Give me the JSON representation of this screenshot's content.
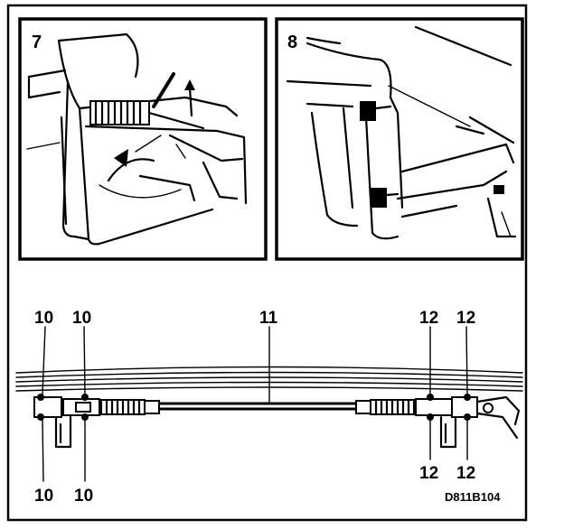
{
  "frame": {
    "panel_left_number": "7",
    "panel_right_number": "8"
  },
  "callouts": {
    "upper_left_outer": "10",
    "upper_left_inner": "10",
    "center_rod": "11",
    "upper_right_inner": "12",
    "upper_right_outer": "12",
    "lower_left_outer": "10",
    "lower_left_inner": "10",
    "lower_right_inner": "12",
    "lower_right_outer": "12"
  },
  "reference_code": "D811B104"
}
